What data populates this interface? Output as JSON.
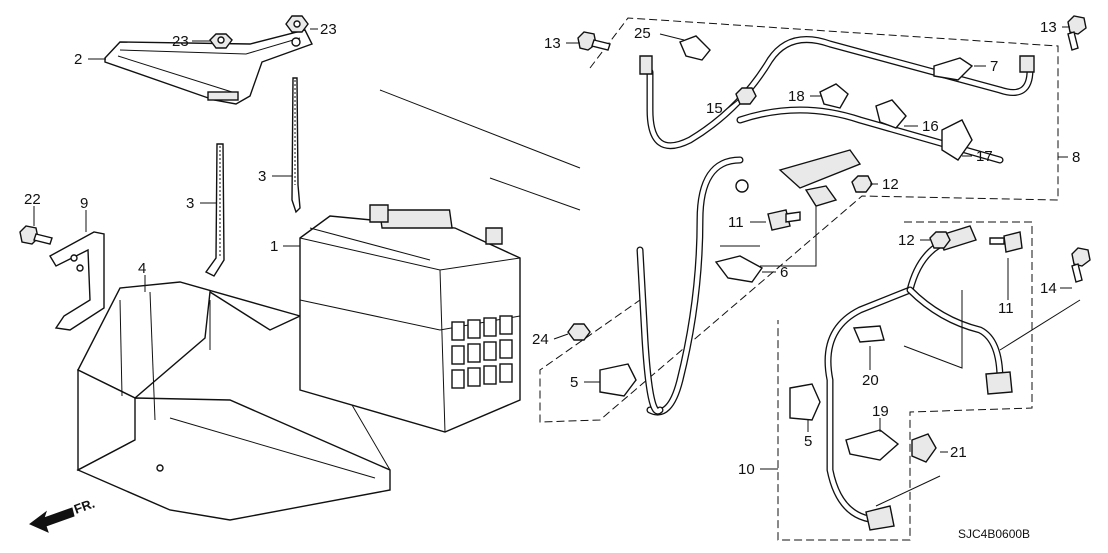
{
  "diagram": {
    "drawing_code": "SJC4B0600B",
    "front_indicator": "FR.",
    "labels": [
      {
        "id": "l2",
        "text": "2"
      },
      {
        "id": "l23a",
        "text": "23"
      },
      {
        "id": "l23b",
        "text": "23"
      },
      {
        "id": "l3a",
        "text": "3"
      },
      {
        "id": "l3b",
        "text": "3"
      },
      {
        "id": "l22",
        "text": "22"
      },
      {
        "id": "l9",
        "text": "9"
      },
      {
        "id": "l4",
        "text": "4"
      },
      {
        "id": "l1",
        "text": "1"
      },
      {
        "id": "l13a",
        "text": "13"
      },
      {
        "id": "l25",
        "text": "25"
      },
      {
        "id": "l13b",
        "text": "13"
      },
      {
        "id": "l7",
        "text": "7"
      },
      {
        "id": "l15",
        "text": "15"
      },
      {
        "id": "l18",
        "text": "18"
      },
      {
        "id": "l16",
        "text": "16"
      },
      {
        "id": "l17",
        "text": "17"
      },
      {
        "id": "l8",
        "text": "8"
      },
      {
        "id": "l12a",
        "text": "12"
      },
      {
        "id": "l11a",
        "text": "11"
      },
      {
        "id": "l6",
        "text": "6"
      },
      {
        "id": "l12b",
        "text": "12"
      },
      {
        "id": "l11b",
        "text": "11"
      },
      {
        "id": "l14",
        "text": "14"
      },
      {
        "id": "l24",
        "text": "24"
      },
      {
        "id": "l5a",
        "text": "5"
      },
      {
        "id": "l20",
        "text": "20"
      },
      {
        "id": "l5b",
        "text": "5"
      },
      {
        "id": "l19",
        "text": "19"
      },
      {
        "id": "l21",
        "text": "21"
      },
      {
        "id": "l10",
        "text": "10"
      }
    ]
  }
}
